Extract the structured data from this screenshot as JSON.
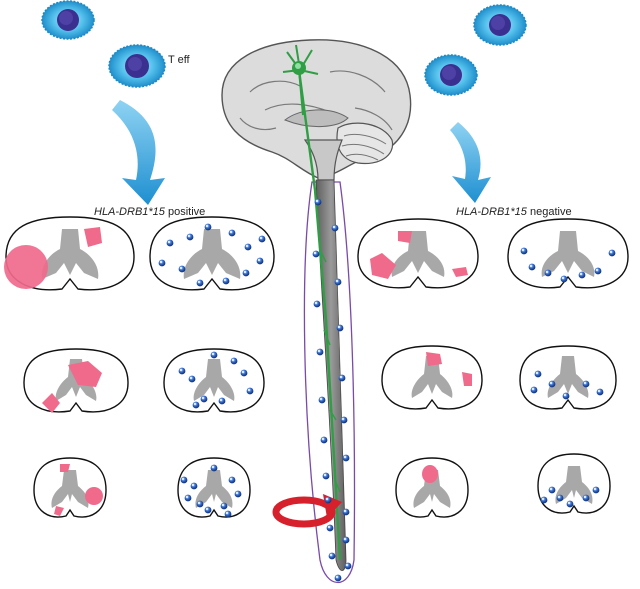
{
  "labels": {
    "t_eff": "T eff",
    "positive_gene": "HLA-DRB1*15",
    "positive_word": " positive",
    "negative_gene": "HLA-DRB1*15",
    "negative_word": " negative"
  },
  "colors": {
    "cell_outer": "#2aa7e0",
    "cell_nucleus": "#3b2f8f",
    "arrow": "#1e9ad6",
    "lesion": "#f06a8c",
    "grey_matter": "#a8a8a8",
    "brain": "#dcdcdc",
    "spinal_cord": "#7b7b7b",
    "axon": "#2f9e44",
    "lymphocyte": "#2b5fbf",
    "curved_arrow": "#d6202b",
    "outline": "#7a4aa8"
  },
  "icons": {
    "t_cell": "t-cell-icon",
    "brain": "brain-icon",
    "neuron": "neuron-icon",
    "spinal_section": "spinal-cord-section-icon",
    "lymphocyte": "lymphocyte-icon",
    "arrow": "down-arrow-icon",
    "recirculation": "curved-arrow-icon"
  }
}
